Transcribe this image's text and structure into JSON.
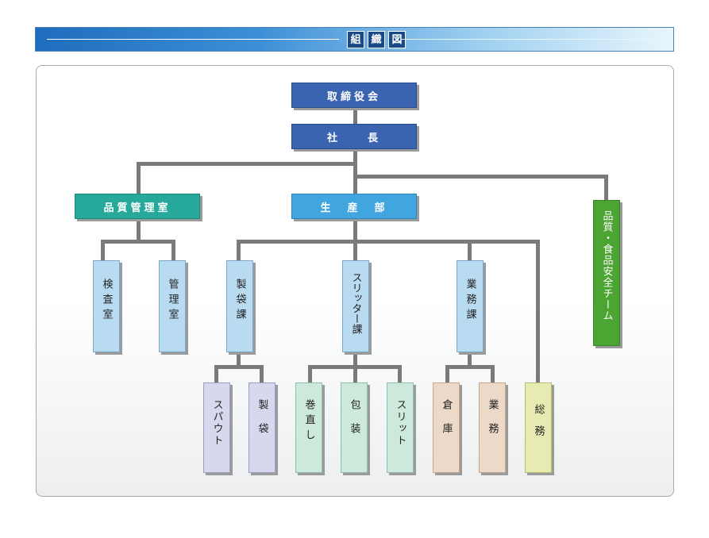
{
  "header": {
    "title_chars": [
      "組",
      "織",
      "図"
    ]
  },
  "top": {
    "board": "取締役会",
    "president": "社　　長"
  },
  "departments": {
    "quality_office": "品質管理室",
    "production": "生　産　部",
    "food_safety_team": "品質・食品安全チーム"
  },
  "quality_sections": [
    "検査室",
    "管理室"
  ],
  "production_sections": {
    "bag": "製袋課",
    "slitter": "スリッター課",
    "business": "業務課",
    "general": "総務"
  },
  "bag_units": [
    "スパウト",
    "製　袋"
  ],
  "slitter_units": [
    "巻直し",
    "包　装",
    "スリット"
  ],
  "business_units": [
    "倉　庫",
    "業　務"
  ]
}
